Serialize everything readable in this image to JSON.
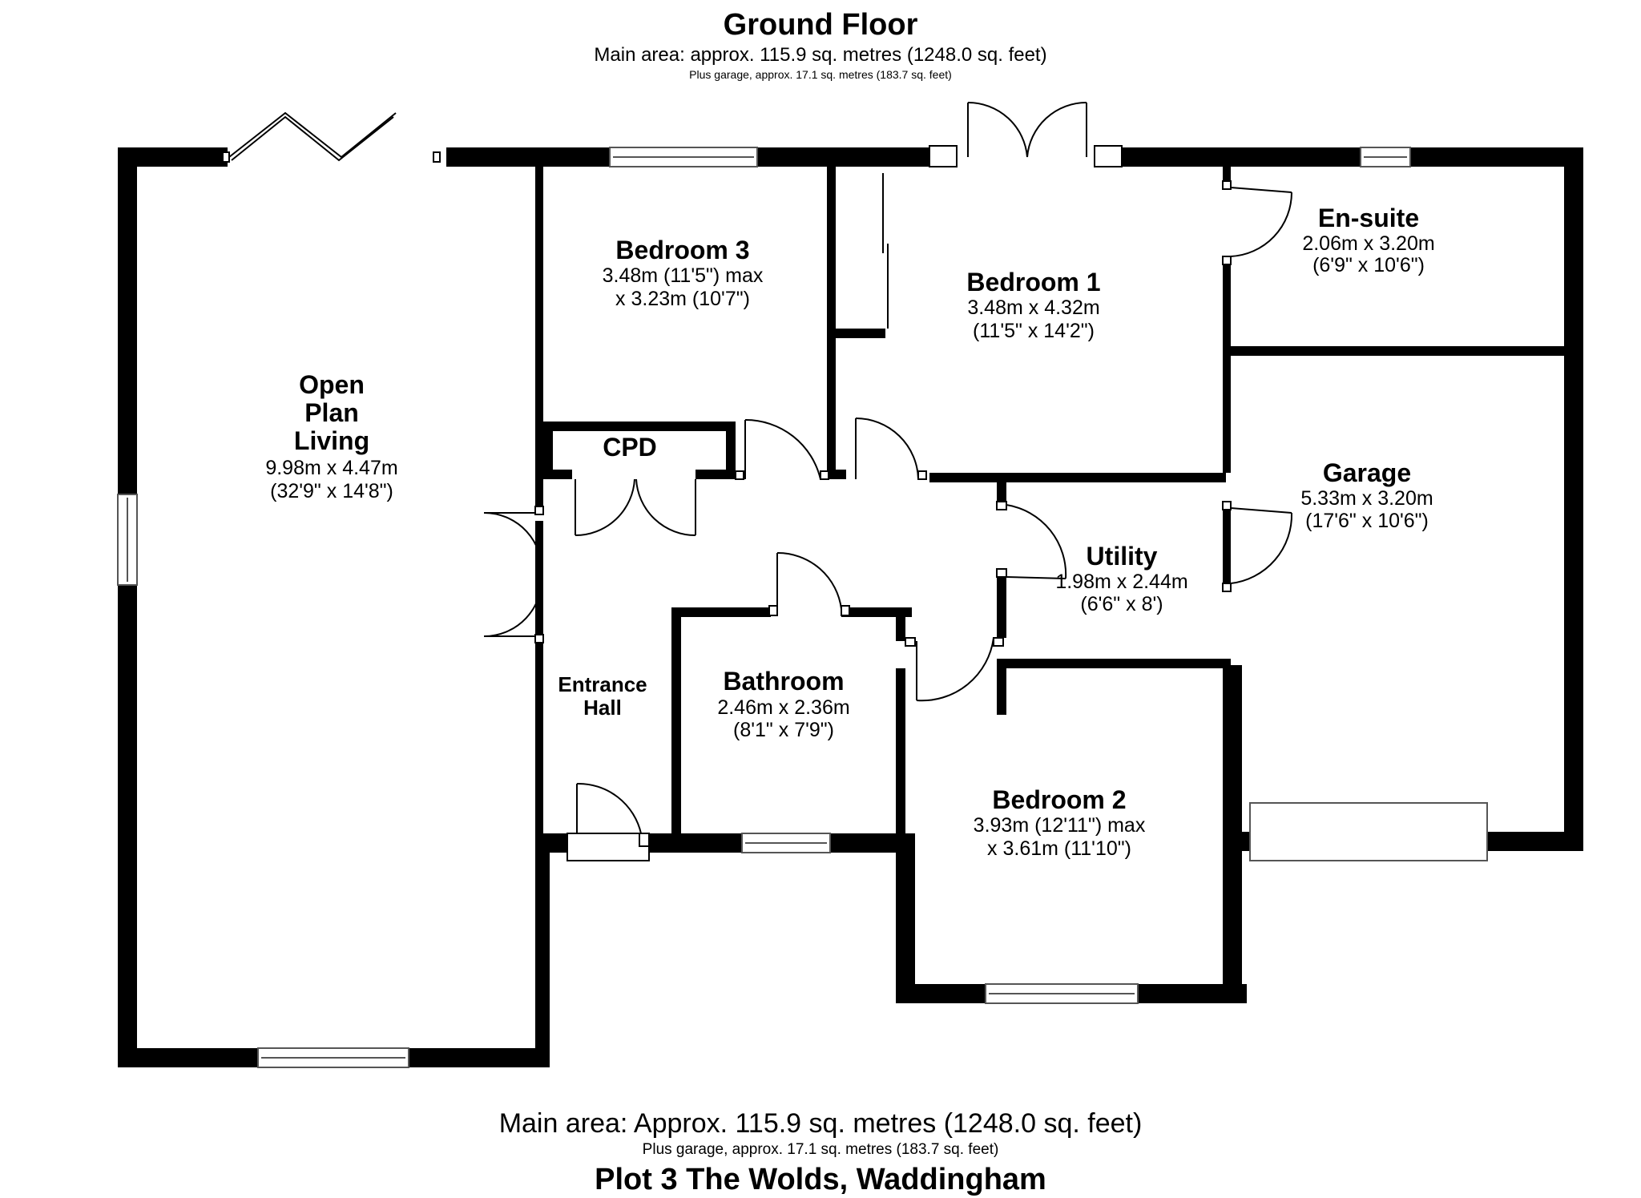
{
  "header": {
    "title": "Ground Floor",
    "main_area": "Main area: approx. 115.9 sq. metres (1248.0 sq. feet)",
    "garage_area": "Plus garage, approx. 17.1 sq. metres (183.7 sq. feet)"
  },
  "rooms": {
    "open_plan": {
      "name_line1": "Open",
      "name_line2": "Plan",
      "name_line3": "Living",
      "dim1": "9.98m x 4.47m",
      "dim2": "(32'9\" x 14'8\")"
    },
    "bedroom3": {
      "name": "Bedroom 3",
      "dim1": "3.48m (11'5\") max",
      "dim2": "x 3.23m (10'7\")"
    },
    "bedroom1": {
      "name": "Bedroom 1",
      "dim1": "3.48m x 4.32m",
      "dim2": "(11'5\" x 14'2\")"
    },
    "ensuite": {
      "name": "En-suite",
      "dim1": "2.06m x 3.20m",
      "dim2": "(6'9\" x 10'6\")"
    },
    "cpd": {
      "name": "CPD"
    },
    "garage": {
      "name": "Garage",
      "dim1": "5.33m x 3.20m",
      "dim2": "(17'6\" x 10'6\")"
    },
    "utility": {
      "name": "Utility",
      "dim1": "1.98m x 2.44m",
      "dim2": "(6'6\" x 8')"
    },
    "entrance_hall": {
      "name_line1": "Entrance",
      "name_line2": "Hall"
    },
    "bathroom": {
      "name": "Bathroom",
      "dim1": "2.46m x 2.36m",
      "dim2": "(8'1\" x 7'9\")"
    },
    "bedroom2": {
      "name": "Bedroom 2",
      "dim1": "3.93m (12'11\") max",
      "dim2": "x 3.61m (11'10\")"
    }
  },
  "footer": {
    "main_area": "Main area: Approx. 115.9 sq. metres (1248.0 sq. feet)",
    "garage_area": "Plus garage, approx. 17.1 sq. metres (183.7 sq. feet)",
    "address": "Plot 3 The Wolds, Waddingham"
  },
  "colors": {
    "wall": "#000000",
    "window_frame": "#555555",
    "background": "#ffffff"
  }
}
